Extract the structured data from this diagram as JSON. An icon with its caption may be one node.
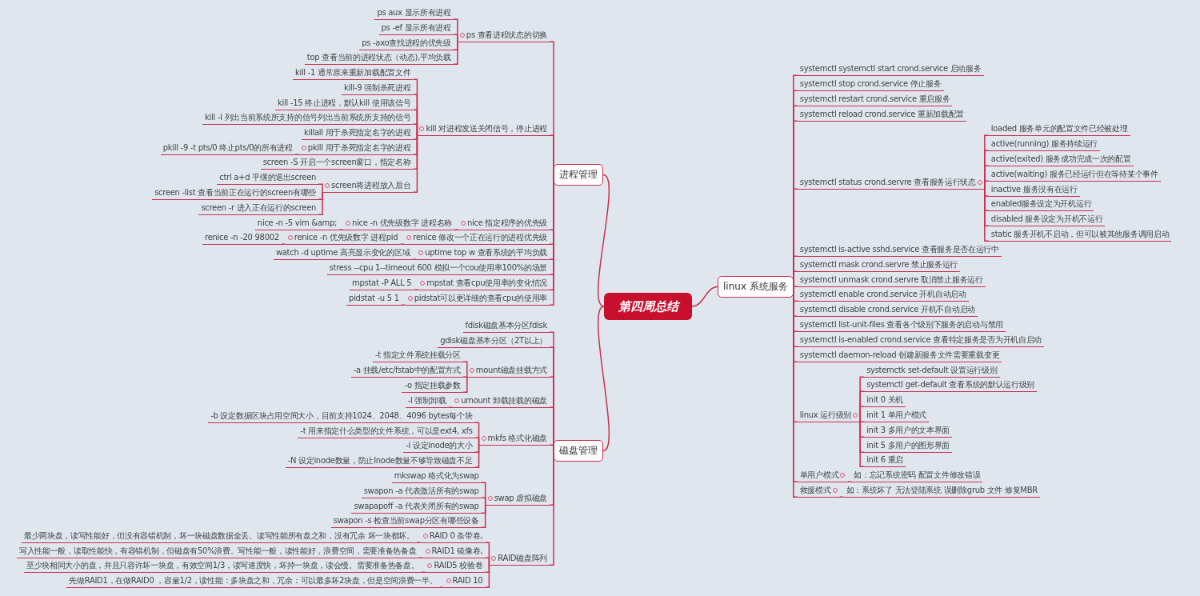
{
  "diagram": {
    "nodes": [
      {
        "text": [
          "第四周总结"
        ]
      },
      {
        "text": [
          "进程管理"
        ]
      },
      {
        "text": [
          "ps 查看进程状态的切换"
        ]
      },
      {
        "text": [
          "ps aux 显示所有进程"
        ]
      },
      {
        "text": [
          "ps -ef 显示所有进程"
        ]
      },
      {
        "text": [
          "ps -axo查找进程的优先级"
        ]
      },
      {
        "text": [
          "top 查看当前的进程状态（动态),平均负载"
        ]
      },
      {
        "text": [
          "kill 对进程发送关闭信号，停止进程"
        ]
      },
      {
        "text": [
          "kill -1 通常原来重新加载配置文件"
        ]
      },
      {
        "text": [
          "kill-9 强制杀死进程"
        ]
      },
      {
        "text": [
          "kill -15 终止进程，默认kill 使用该信号"
        ]
      },
      {
        "text": [
          "kill -l 列出当前系统所支持的信号列出当前系统所支持的信号"
        ]
      },
      {
        "text": [
          "killall 用于杀死指定名字的进程"
        ]
      },
      {
        "text": [
          "pkill 用于杀死指定名字的进程"
        ]
      },
      {
        "text": [
          "pkill -9 -t pts/0 终止pts/0的所有进程"
        ]
      },
      {
        "text": [
          "screen将进程放入后台"
        ]
      },
      {
        "text": [
          "screen -S 开启一个screen窗口，指定名称"
        ]
      },
      {
        "text": [
          "ctrl a+d 平缓的退出screen"
        ]
      },
      {
        "text": [
          "screen -list 查看当前正在运行的screen有哪些"
        ]
      },
      {
        "text": [
          "screen -r 进入正在运行的screen"
        ]
      },
      {
        "text": [
          "nice 指定程序的优先级"
        ]
      },
      {
        "text": [
          "nice -n 优先级数字 进程名称"
        ]
      },
      {
        "text": [
          "nice -n -5 vim &amp;"
        ]
      },
      {
        "text": [
          "renice 修改一个正在运行的进程优先级"
        ]
      },
      {
        "text": [
          "renice -n 优先级数字 进程pid"
        ]
      },
      {
        "text": [
          "renice -n -20 98002"
        ]
      },
      {
        "text": [
          "uptime top w 查看系统的平均负载"
        ]
      },
      {
        "text": [
          "watch -d uptime 高亮显示变化的区域"
        ]
      },
      {
        "text": [
          "stress --cpu 1--timeout 600 模拟一个cou使用率100%的场景"
        ]
      },
      {
        "text": [
          "mpstat 查看cpu使用率的变化情况"
        ]
      },
      {
        "text": [
          "mpstat -P ALL 5"
        ]
      },
      {
        "text": [
          "pidstat可以更详细的查看cpu的使用率"
        ]
      },
      {
        "text": [
          "pidstat -u 5 1"
        ]
      },
      {
        "text": [
          "磁盘管理"
        ]
      },
      {
        "text": [
          "fdisk磁盘基本分区fdisk"
        ]
      },
      {
        "text": [
          "gdisk磁盘基本分区（2T以上）"
        ]
      },
      {
        "text": [
          "mount磁盘挂载方式"
        ]
      },
      {
        "text": [
          "-t 指定文件系统挂载分区"
        ]
      },
      {
        "text": [
          "-a 挂载/etc/fstab中的配置方式"
        ]
      },
      {
        "text": [
          "-o 指定挂载参数"
        ]
      },
      {
        "text": [
          "umount 卸载挂载的磁盘"
        ]
      },
      {
        "text": [
          "-l 强制卸载"
        ]
      },
      {
        "text": [
          "mkfs 格式化磁盘"
        ]
      },
      {
        "text": [
          "-b 设定数据区块占用空间大小，目前支持1024、2048、4096 bytes每个块"
        ]
      },
      {
        "text": [
          "-t 用来指定什么类型的文件系统，可以是ext4, xfs"
        ]
      },
      {
        "text": [
          "-i 设定inode的大小"
        ]
      },
      {
        "text": [
          "-N 设定inode数量，防止Inode数量不够导致磁盘不足"
        ]
      },
      {
        "text": [
          "swap 虚拟磁盘"
        ]
      },
      {
        "text": [
          "mkswap 格式化为swap"
        ]
      },
      {
        "text": [
          "swapon -a 代表激活所有的swap"
        ]
      },
      {
        "text": [
          "swapapoff -a 代表关闭所有的swap"
        ]
      },
      {
        "text": [
          "swapon -s 检查当前swap分区有哪些设备"
        ]
      },
      {
        "text": [
          "RAID磁盘阵列"
        ]
      },
      {
        "text": [
          "RAID 0 条带卷,"
        ]
      },
      {
        "text": [
          "最少两块盘，读写性能好，但没有容错机制，坏一块磁盘数据全丢。读写性能所有盘之和，没有冗余 坏一块都坏。"
        ]
      },
      {
        "text": [
          "RAID1 镜像卷,"
        ]
      },
      {
        "text": [
          "写入性能一般，读取性能快，有容错机制，但磁盘有50%浪费。写性能一般，读性能好，浪费空间，需要准备热备盘"
        ]
      },
      {
        "text": [
          "RAID5 校验卷"
        ]
      },
      {
        "text": [
          "至少块相同大小的盘，并且只容许坏一块盘，有效空间1/3，读写速度快，坏掉一块盘，读会慢。需要准备热备盘。"
        ]
      },
      {
        "text": [
          "RAID 10"
        ]
      },
      {
        "text": [
          "先做RAID1，在做RAID0 ，容量1/2，读性能：多块盘之和，冗余：可以最多坏2块盘，但是空间浪费一半。"
        ]
      },
      {
        "text": [
          "linux 系统服务"
        ]
      },
      {
        "text": [
          "systemctl systemctl start crond.service 启动服务"
        ]
      },
      {
        "text": [
          "systemctl stop crond.service 停止服务"
        ]
      },
      {
        "text": [
          "systemctl restart crond.service 重启服务"
        ]
      },
      {
        "text": [
          "systemctl reload crond.service 重新加载配置"
        ]
      },
      {
        "text": [
          "systemctl status crond.servre 查看服务运行状态"
        ]
      },
      {
        "text": [
          "loaded 服务单元的配置文件已经被处理"
        ]
      },
      {
        "text": [
          "active(running) 服务持续运行"
        ]
      },
      {
        "text": [
          "active(exited) 服务成功完成一次的配置"
        ]
      },
      {
        "text": [
          "active(waiting) 服务已经运行但在等待某个事件"
        ]
      },
      {
        "text": [
          "inactive 服务没有在运行"
        ]
      },
      {
        "text": [
          "enabled服务设定为开机运行"
        ]
      },
      {
        "text": [
          "disabled 服务设定为开机不运行"
        ]
      },
      {
        "text": [
          "static 服务开机不启动，但可以被其他服务调用启动"
        ]
      },
      {
        "text": [
          "systemctl is-active sshd.service 查看服务是否在运行中"
        ]
      },
      {
        "text": [
          "systemctl mask crond.servre 禁止服务运行"
        ]
      },
      {
        "text": [
          "systemctl unmask crond.servre 取消禁止服务运行"
        ]
      },
      {
        "text": [
          "systemctl enable crond.service 开机自动启动"
        ]
      },
      {
        "text": [
          "systemctl disable crond.service 开机不自动启动"
        ]
      },
      {
        "text": [
          "systemctl list-unit-files 查看各个级别下服务的启动与禁用"
        ]
      },
      {
        "text": [
          "systemctl is-enabled crond.service 查看特定服务是否为开机自启动"
        ]
      },
      {
        "text": [
          "systemctl daemon-reload 创建新服务文件需要重载变更"
        ]
      },
      {
        "text": [
          "linux 运行级别"
        ]
      },
      {
        "text": [
          "systemctk set-default 设置运行级别"
        ]
      },
      {
        "text": [
          "systemctl get-default 查看系统的默认运行级别"
        ]
      },
      {
        "text": [
          "init 0 关机"
        ]
      },
      {
        "text": [
          "init 1 单用户模式"
        ]
      },
      {
        "text": [
          "init 3 多用户的文本界面"
        ]
      },
      {
        "text": [
          "init 5 多用户的图形界面"
        ]
      },
      {
        "text": [
          "init 6 重启"
        ]
      },
      {
        "text": [
          "单用户模式"
        ]
      },
      {
        "text": [
          "如：忘记系统密码 配置文件修改错误"
        ]
      },
      {
        "text": [
          "救援模式"
        ]
      },
      {
        "text": [
          "如：系统坏了 无法登陆系统 误删除grub 文件 修复MBR"
        ]
      }
    ],
    "edges": [
      {
        "from": 0,
        "to": 1,
        "arrow": "none"
      },
      {
        "from": 1,
        "to": 2,
        "arrow": "none"
      },
      {
        "from": 2,
        "to": 3,
        "arrow": "none"
      },
      {
        "from": 2,
        "to": 4,
        "arrow": "none"
      },
      {
        "from": 2,
        "to": 5,
        "arrow": "none"
      },
      {
        "from": 2,
        "to": 6,
        "arrow": "none"
      },
      {
        "from": 1,
        "to": 7,
        "arrow": "none"
      },
      {
        "from": 7,
        "to": 8,
        "arrow": "none"
      },
      {
        "from": 7,
        "to": 9,
        "arrow": "none"
      },
      {
        "from": 7,
        "to": 10,
        "arrow": "none"
      },
      {
        "from": 7,
        "to": 11,
        "arrow": "none"
      },
      {
        "from": 7,
        "to": 12,
        "arrow": "none"
      },
      {
        "from": 7,
        "to": 13,
        "arrow": "none"
      },
      {
        "from": 13,
        "to": 14,
        "arrow": "none"
      },
      {
        "from": 7,
        "to": 16,
        "arrow": "none"
      },
      {
        "from": 7,
        "to": 15,
        "arrow": "none"
      },
      {
        "from": 15,
        "to": 17,
        "arrow": "none"
      },
      {
        "from": 15,
        "to": 18,
        "arrow": "none"
      },
      {
        "from": 15,
        "to": 19,
        "arrow": "none"
      },
      {
        "from": 1,
        "to": 20,
        "arrow": "none"
      },
      {
        "from": 20,
        "to": 21,
        "arrow": "none"
      },
      {
        "from": 21,
        "to": 22,
        "arrow": "none"
      },
      {
        "from": 1,
        "to": 23,
        "arrow": "none"
      },
      {
        "from": 23,
        "to": 24,
        "arrow": "none"
      },
      {
        "from": 24,
        "to": 25,
        "arrow": "none"
      },
      {
        "from": 1,
        "to": 26,
        "arrow": "none"
      },
      {
        "from": 26,
        "to": 27,
        "arrow": "none"
      },
      {
        "from": 1,
        "to": 28,
        "arrow": "none"
      },
      {
        "from": 1,
        "to": 29,
        "arrow": "none"
      },
      {
        "from": 29,
        "to": 30,
        "arrow": "none"
      },
      {
        "from": 1,
        "to": 31,
        "arrow": "none"
      },
      {
        "from": 31,
        "to": 32,
        "arrow": "none"
      },
      {
        "from": 0,
        "to": 33,
        "arrow": "none"
      },
      {
        "from": 33,
        "to": 34,
        "arrow": "none"
      },
      {
        "from": 33,
        "to": 35,
        "arrow": "none"
      },
      {
        "from": 33,
        "to": 36,
        "arrow": "none"
      },
      {
        "from": 36,
        "to": 37,
        "arrow": "none"
      },
      {
        "from": 36,
        "to": 38,
        "arrow": "none"
      },
      {
        "from": 36,
        "to": 39,
        "arrow": "none"
      },
      {
        "from": 33,
        "to": 40,
        "arrow": "none"
      },
      {
        "from": 40,
        "to": 41,
        "arrow": "none"
      },
      {
        "from": 33,
        "to": 42,
        "arrow": "none"
      },
      {
        "from": 42,
        "to": 43,
        "arrow": "none"
      },
      {
        "from": 42,
        "to": 44,
        "arrow": "none"
      },
      {
        "from": 42,
        "to": 45,
        "arrow": "none"
      },
      {
        "from": 42,
        "to": 46,
        "arrow": "none"
      },
      {
        "from": 33,
        "to": 47,
        "arrow": "none"
      },
      {
        "from": 47,
        "to": 48,
        "arrow": "none"
      },
      {
        "from": 47,
        "to": 49,
        "arrow": "none"
      },
      {
        "from": 47,
        "to": 50,
        "arrow": "none"
      },
      {
        "from": 47,
        "to": 51,
        "arrow": "none"
      },
      {
        "from": 33,
        "to": 52,
        "arrow": "none"
      },
      {
        "from": 52,
        "to": 53,
        "arrow": "none"
      },
      {
        "from": 53,
        "to": 54,
        "arrow": "none"
      },
      {
        "from": 52,
        "to": 55,
        "arrow": "none"
      },
      {
        "from": 55,
        "to": 56,
        "arrow": "none"
      },
      {
        "from": 52,
        "to": 57,
        "arrow": "none"
      },
      {
        "from": 57,
        "to": 58,
        "arrow": "none"
      },
      {
        "from": 52,
        "to": 59,
        "arrow": "none"
      },
      {
        "from": 59,
        "to": 60,
        "arrow": "none"
      },
      {
        "from": 0,
        "to": 61,
        "arrow": "none"
      },
      {
        "from": 61,
        "to": 62,
        "arrow": "none"
      },
      {
        "from": 61,
        "to": 63,
        "arrow": "none"
      },
      {
        "from": 61,
        "to": 64,
        "arrow": "none"
      },
      {
        "from": 61,
        "to": 65,
        "arrow": "none"
      },
      {
        "from": 61,
        "to": 66,
        "arrow": "none"
      },
      {
        "from": 66,
        "to": 67,
        "arrow": "none"
      },
      {
        "from": 66,
        "to": 68,
        "arrow": "none"
      },
      {
        "from": 66,
        "to": 69,
        "arrow": "none"
      },
      {
        "from": 66,
        "to": 70,
        "arrow": "none"
      },
      {
        "from": 66,
        "to": 71,
        "arrow": "none"
      },
      {
        "from": 66,
        "to": 72,
        "arrow": "none"
      },
      {
        "from": 66,
        "to": 73,
        "arrow": "none"
      },
      {
        "from": 66,
        "to": 74,
        "arrow": "none"
      },
      {
        "from": 61,
        "to": 75,
        "arrow": "none"
      },
      {
        "from": 61,
        "to": 76,
        "arrow": "none"
      },
      {
        "from": 61,
        "to": 77,
        "arrow": "none"
      },
      {
        "from": 61,
        "to": 78,
        "arrow": "none"
      },
      {
        "from": 61,
        "to": 79,
        "arrow": "none"
      },
      {
        "from": 61,
        "to": 80,
        "arrow": "none"
      },
      {
        "from": 61,
        "to": 81,
        "arrow": "none"
      },
      {
        "from": 61,
        "to": 82,
        "arrow": "none"
      },
      {
        "from": 61,
        "to": 83,
        "arrow": "none"
      },
      {
        "from": 83,
        "to": 84,
        "arrow": "none"
      },
      {
        "from": 83,
        "to": 85,
        "arrow": "none"
      },
      {
        "from": 83,
        "to": 86,
        "arrow": "none"
      },
      {
        "from": 83,
        "to": 87,
        "arrow": "none"
      },
      {
        "from": 83,
        "to": 88,
        "arrow": "none"
      },
      {
        "from": 83,
        "to": 89,
        "arrow": "none"
      },
      {
        "from": 83,
        "to": 90,
        "arrow": "none"
      },
      {
        "from": 61,
        "to": 91,
        "arrow": "none"
      },
      {
        "from": 91,
        "to": 92,
        "arrow": "none"
      },
      {
        "from": 61,
        "to": 93,
        "arrow": "none"
      },
      {
        "from": 93,
        "to": 94,
        "arrow": "none"
      }
    ]
  }
}
